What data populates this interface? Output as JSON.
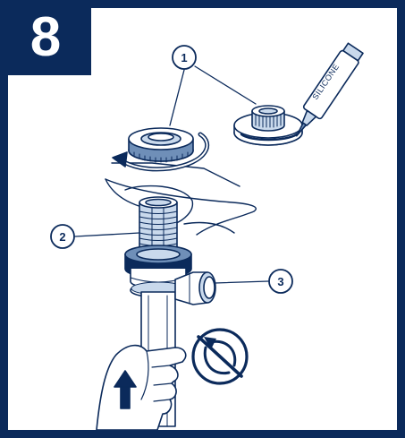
{
  "step": {
    "number": "8"
  },
  "callouts": [
    {
      "label": "1"
    },
    {
      "label": "2"
    },
    {
      "label": "3"
    }
  ],
  "tube": {
    "label": "SILICONE"
  },
  "colors": {
    "navy": "#0b2a5b",
    "light_blue": "#c9d9ec",
    "mid_blue": "#6f8fb8",
    "white": "#ffffff"
  },
  "icons": [
    "rotate-arrow-icon",
    "no-rotate-icon",
    "up-arrow-icon"
  ]
}
